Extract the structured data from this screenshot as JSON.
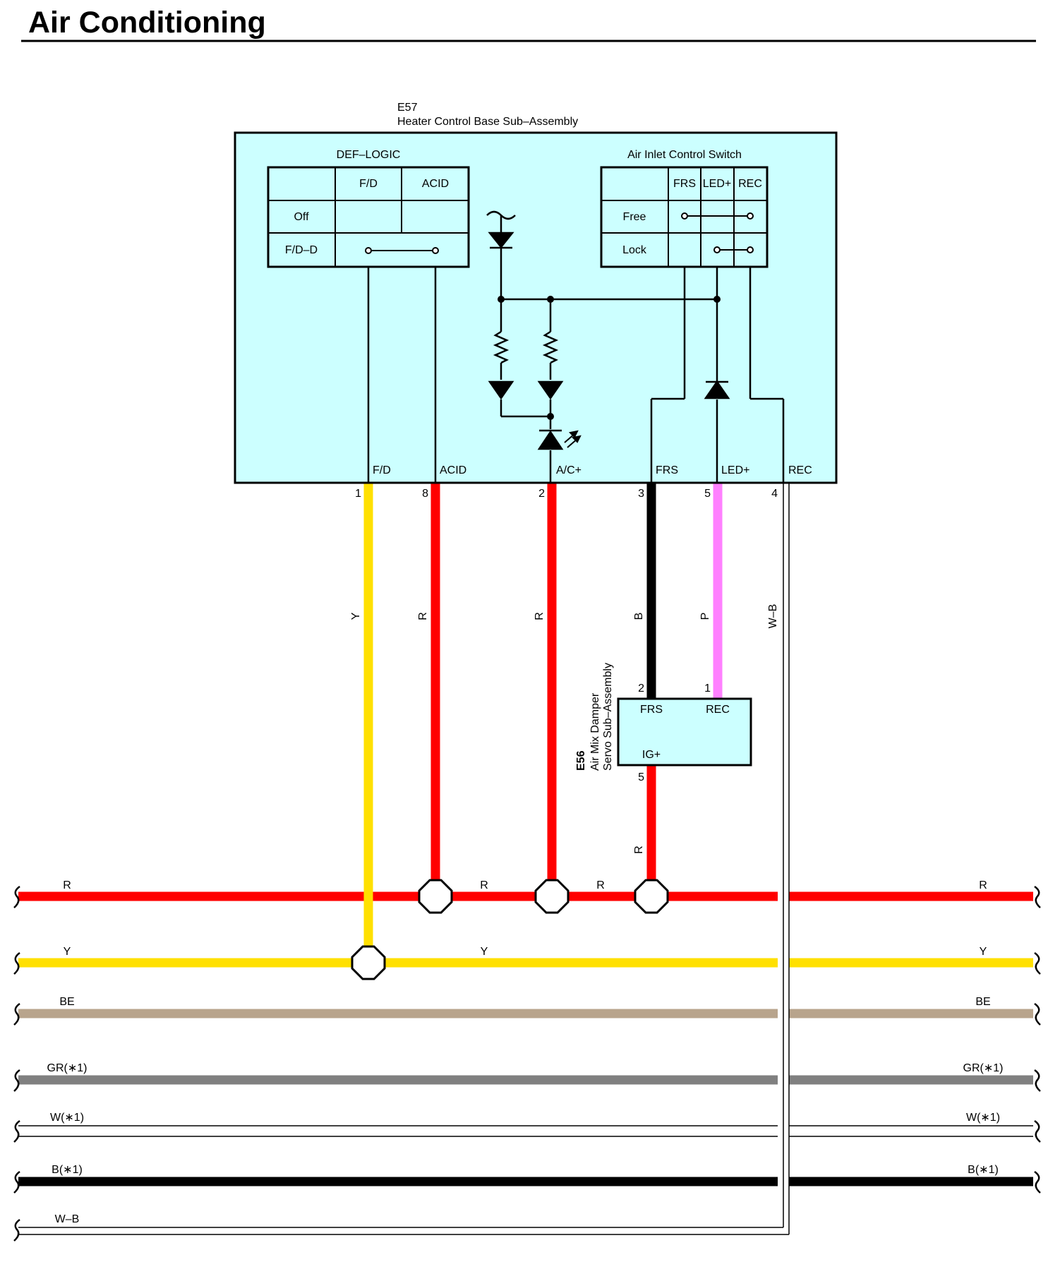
{
  "title": "Air Conditioning",
  "connectors": {
    "e57": {
      "code": "E57",
      "name": "Heater Control Base Sub–Assembly",
      "def_logic": {
        "title": "DEF–LOGIC",
        "col1": "F/D",
        "col2": "ACID",
        "row1": "Off",
        "row2": "F/D–D"
      },
      "inlet_switch": {
        "title": "Air Inlet Control Switch",
        "col1": "FRS",
        "col2": "LED+",
        "col3": "REC",
        "row1": "Free",
        "row2": "Lock"
      },
      "terminals": [
        {
          "name": "F/D",
          "pin": "1",
          "wire": "Y"
        },
        {
          "name": "ACID",
          "pin": "8",
          "wire": "R"
        },
        {
          "name": "A/C+",
          "pin": "2",
          "wire": "R"
        },
        {
          "name": "FRS",
          "pin": "3",
          "wire": "B"
        },
        {
          "name": "LED+",
          "pin": "5",
          "wire": "P"
        },
        {
          "name": "REC",
          "pin": "4",
          "wire": "W–B"
        }
      ]
    },
    "e56": {
      "code": "E56",
      "name_line1": "Air Mix Damper",
      "name_line2": "Servo Sub–Assembly",
      "terminals": [
        {
          "name": "FRS",
          "pin": "2"
        },
        {
          "name": "REC",
          "pin": "1"
        },
        {
          "name": "IG+",
          "pin": "5",
          "wire": "R"
        }
      ]
    }
  },
  "buses": [
    {
      "label_left": "R",
      "label_mid1": "R",
      "label_mid2": "R",
      "label_right": "R",
      "color": "#ff0000"
    },
    {
      "label_left": "Y",
      "label_mid1": "Y",
      "label_right": "Y",
      "color": "#ffe000"
    },
    {
      "label_left": "BE",
      "label_right": "BE",
      "color": "#b8a48c"
    },
    {
      "label_left": "GR(∗1)",
      "label_right": "GR(∗1)",
      "color": "#808080"
    },
    {
      "label_left": "W(∗1)",
      "label_right": "W(∗1)",
      "color": "#ffffff"
    },
    {
      "label_left": "B(∗1)",
      "label_right": "B(∗1)",
      "color": "#000000"
    },
    {
      "label_left": "W–B",
      "color": "#ffffff"
    }
  ],
  "colors": {
    "component_fill": "#ccffff",
    "red": "#ff0000",
    "yellow": "#ffe000",
    "black": "#000000",
    "pink": "#ff80ff",
    "beige": "#b8a48c",
    "gray": "#808080"
  }
}
